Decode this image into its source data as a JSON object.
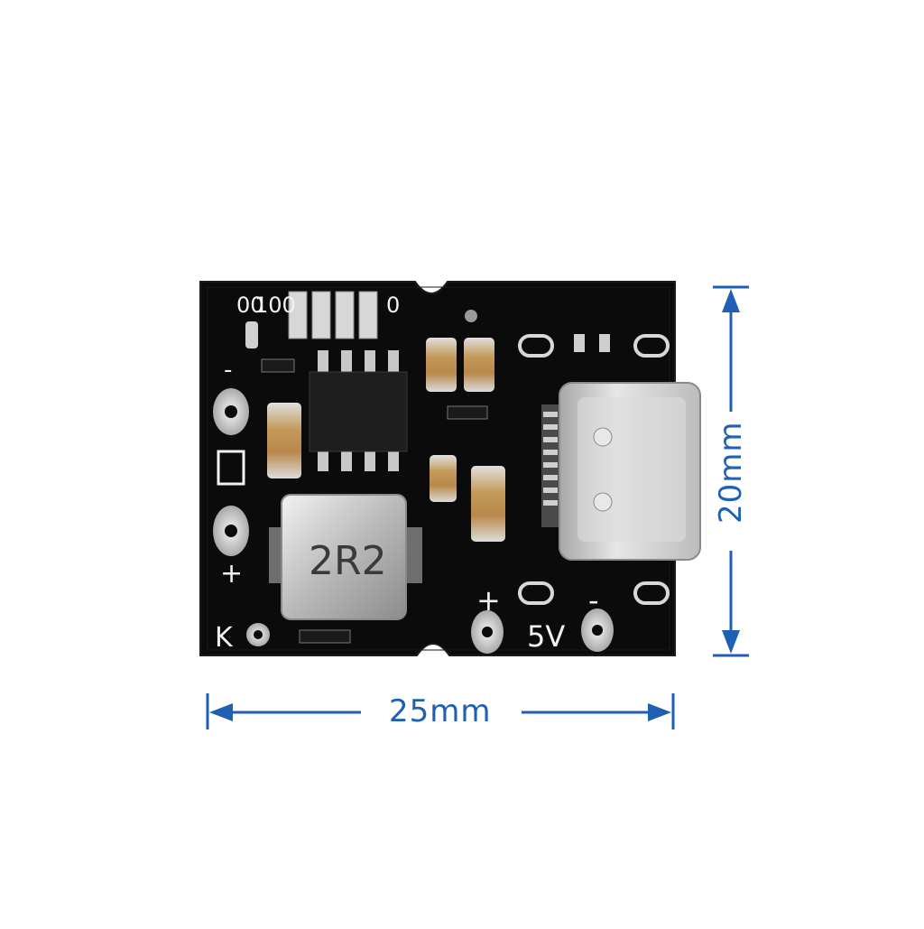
{
  "product": {
    "silkscreen": {
      "led_row_left": "00",
      "led_row_mid": "100",
      "led_row_right": "0",
      "batt_minus": "-",
      "batt_plus": "+",
      "key_label": "K",
      "out_plus": "+",
      "out_voltage": "5V",
      "out_minus": "-"
    },
    "inductor_marking": "2R2"
  },
  "dimensions": {
    "width_label": "25mm",
    "height_label": "20mm"
  },
  "colors": {
    "pcb": "#0b0b0b",
    "dimension_lines": "#1f5fb4",
    "silkscreen": "#f2f2f2",
    "metal": "#c9c9c9"
  }
}
